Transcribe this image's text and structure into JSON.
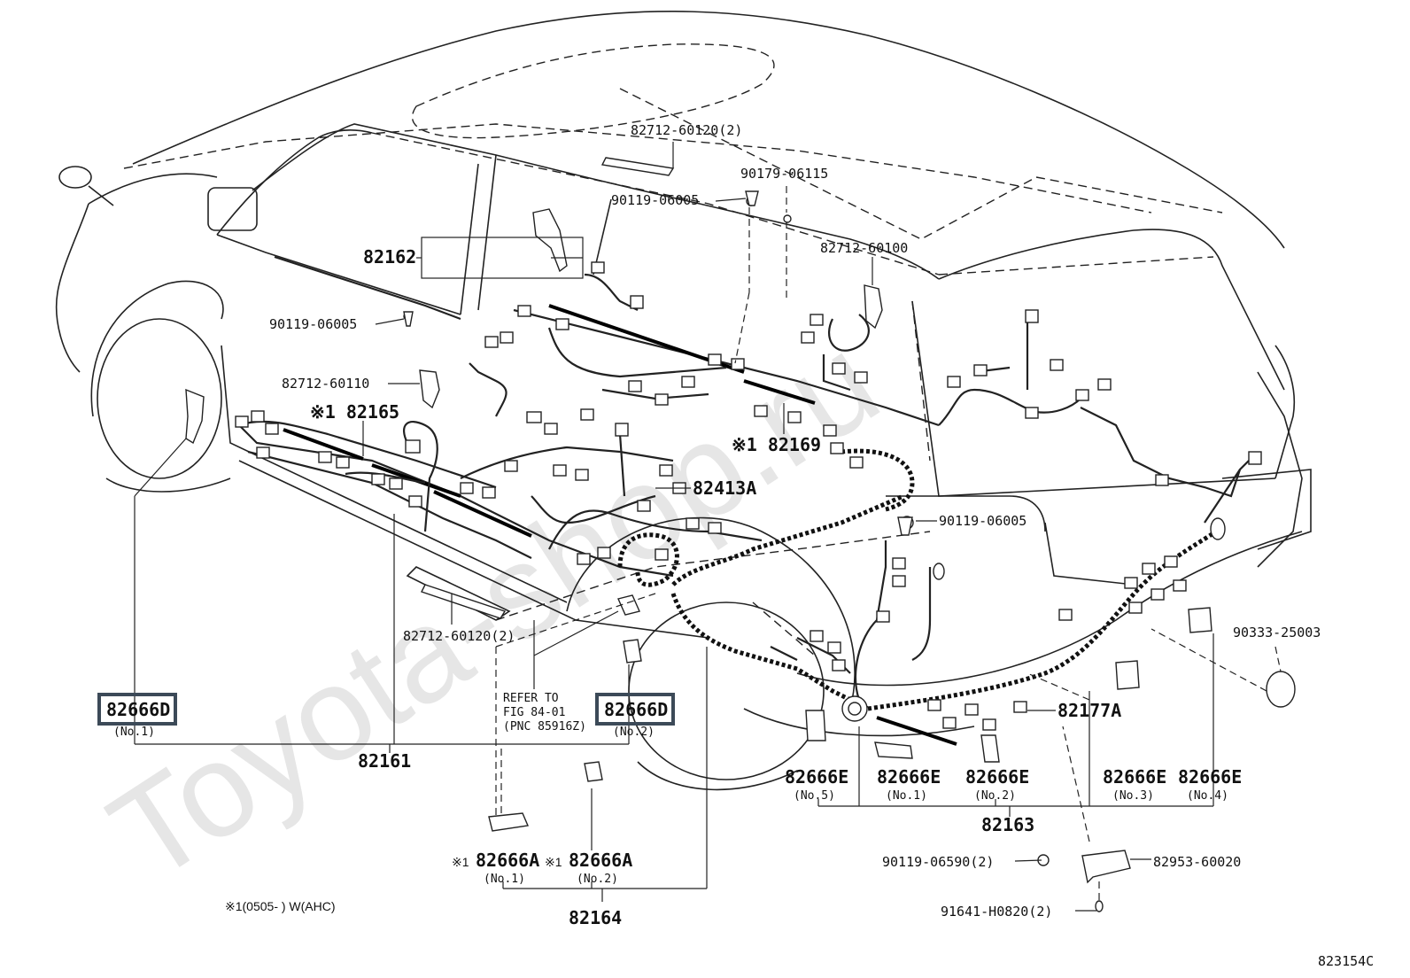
{
  "watermark": "Toyota-shop.ru",
  "figure_code": "823154C",
  "note": "※1(0505-      ) W(AHC)",
  "refer": {
    "line1": "REFER TO",
    "line2": "FIG 84-01",
    "line3": "(PNC 85916Z)"
  },
  "labels": {
    "p82712_60120_top": "82712-60120(2)",
    "p90179_06115": "90179-06115",
    "p90119_06005_top": "90119-06005",
    "p82162": "82162",
    "p82712_60100": "82712-60100",
    "p90119_06005_left": "90119-06005",
    "p82712_60110": "82712-60110",
    "p82165": "※1 82165",
    "p82169": "※1 82169",
    "p82413A": "82413A",
    "p90119_06005_right": "90119-06005",
    "p90333_25003": "90333-25003",
    "p82712_60120_bottom": "82712-60120(2)",
    "p82177A": "82177A",
    "p82161": "82161",
    "p82163": "82163",
    "p82164": "82164",
    "p90119_06590": "90119-06590(2)",
    "p82953_60020": "82953-60020",
    "p91641_H0820": "91641-H0820(2)"
  },
  "callouts": {
    "d1": {
      "part": "82666D",
      "sub": "(No.1)"
    },
    "d2": {
      "part": "82666D",
      "sub": "(No.2)"
    },
    "e5": {
      "part": "82666E",
      "sub": "(No.5)"
    },
    "e1": {
      "part": "82666E",
      "sub": "(No.1)"
    },
    "e2": {
      "part": "82666E",
      "sub": "(No.2)"
    },
    "e3": {
      "part": "82666E",
      "sub": "(No.3)"
    },
    "e4": {
      "part": "82666E",
      "sub": "(No.4)"
    },
    "a1": {
      "mark": "※1",
      "part": "82666A",
      "sub": "(No.1)"
    },
    "a2": {
      "mark": "※1",
      "part": "82666A",
      "sub": "(No.2)"
    }
  }
}
